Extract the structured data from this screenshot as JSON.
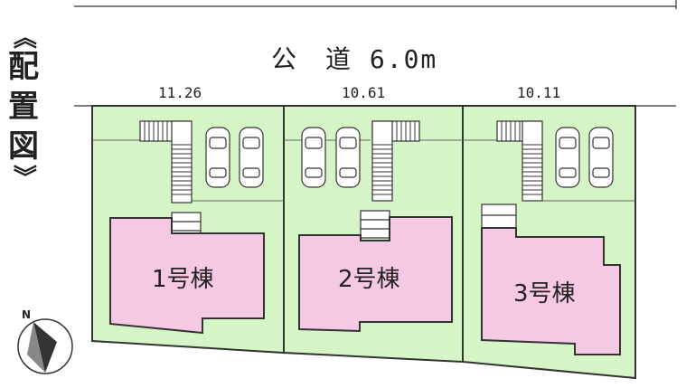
{
  "title": {
    "open": "《",
    "chars": [
      "配",
      "置",
      "図"
    ],
    "close": "》"
  },
  "road": {
    "label": "公　道 6.0m"
  },
  "frontages": [
    "11.26",
    "10.61",
    "10.11"
  ],
  "buildings": [
    {
      "label": "1号棟"
    },
    {
      "label": "2号棟"
    },
    {
      "label": "3号棟"
    }
  ],
  "compass": {
    "label": "N"
  },
  "colors": {
    "lot": "#d6f5c6",
    "building": "#f5c8e3",
    "line": "#333333"
  }
}
